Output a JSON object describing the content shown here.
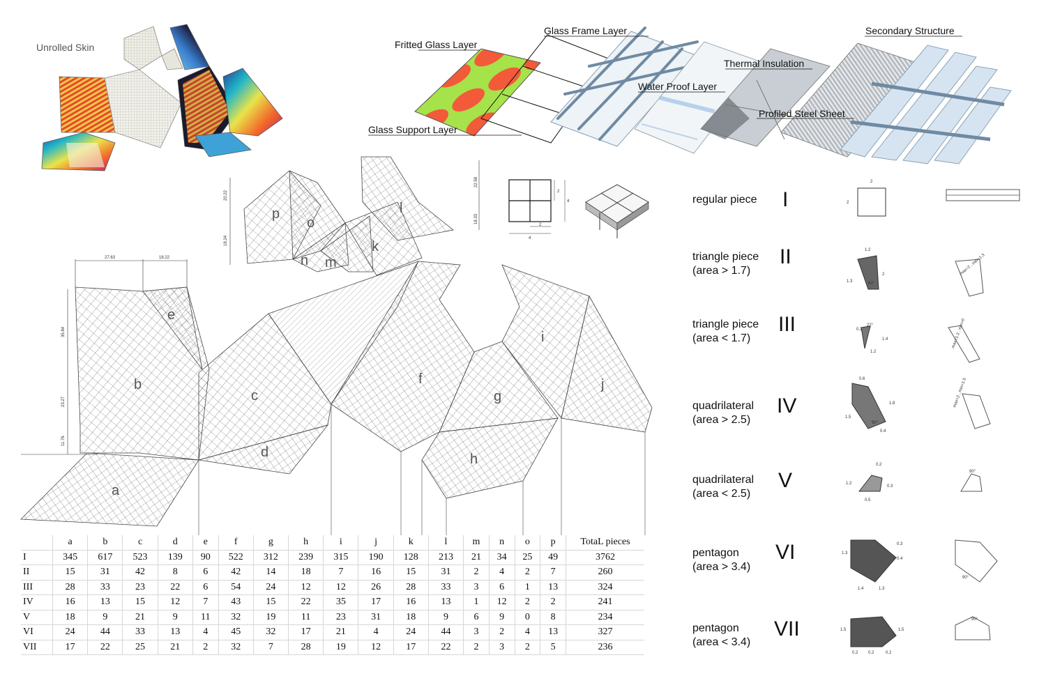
{
  "skin_title": "Unrolled Skin",
  "layers": [
    {
      "name": "Fritted Glass Layer"
    },
    {
      "name": "Glass Frame Layer"
    },
    {
      "name": "Glass Support Layer"
    },
    {
      "name": "Water Proof Layer"
    },
    {
      "name": "Thermal Insulation"
    },
    {
      "name": "Profiled Steel Sheet"
    },
    {
      "name": "Secondary Structure"
    }
  ],
  "pieces": [
    "a",
    "b",
    "c",
    "d",
    "e",
    "f",
    "g",
    "h",
    "i",
    "j",
    "k",
    "l",
    "m",
    "n",
    "o",
    "p"
  ],
  "dims": {
    "top_w1": "27.63",
    "top_w2": "18.22",
    "b_h1": "35.84",
    "b_h2": "23.27",
    "b_h3": "11.76",
    "p_h1": "20.22",
    "p_h2": "18.24",
    "l_h1": "22.58",
    "l_h2": "18.33",
    "grid_2": "2",
    "grid_4": "4"
  },
  "piece_types": [
    {
      "name_line1": "regular piece",
      "name_line2": "",
      "roman": "I",
      "dims": [
        "2",
        "2"
      ]
    },
    {
      "name_line1": "triangle piece",
      "name_line2": "(area > 1.7)",
      "roman": "II",
      "dims": [
        "1.2",
        "1.3",
        "2",
        "62°"
      ],
      "rule": "max=2 , min=1.3"
    },
    {
      "name_line1": "triangle piece",
      "name_line2": "(area < 1.7)",
      "roman": "III",
      "dims": [
        "0.2",
        "1.4",
        "1.2",
        "22°"
      ],
      "rule": "max=1.3 , min=0"
    },
    {
      "name_line1": "quadrilateral",
      "name_line2": "(area > 2.5)",
      "roman": "IV",
      "dims": [
        "0.6",
        "1.5",
        "1.8",
        "0.4",
        "90°"
      ],
      "rule": "max=2 , min=1.5"
    },
    {
      "name_line1": "quadrilateral",
      "name_line2": "(area < 2.5)",
      "roman": "V",
      "dims": [
        "0.2",
        "1.2",
        "0.3",
        "0.5",
        "90°"
      ]
    },
    {
      "name_line1": "pentagon",
      "name_line2": "(area > 3.4)",
      "roman": "VI",
      "dims": [
        "1.3",
        "0.3",
        "0.4",
        "1.4",
        "1.3",
        "90°"
      ]
    },
    {
      "name_line1": "pentagon",
      "name_line2": "(area < 3.4)",
      "roman": "VII",
      "dims": [
        "1.5",
        "1.5",
        "0.2",
        "0.2",
        "0.2",
        "90°"
      ]
    }
  ],
  "table": {
    "headers": [
      "",
      "a",
      "b",
      "c",
      "d",
      "e",
      "f",
      "g",
      "h",
      "i",
      "j",
      "k",
      "l",
      "m",
      "n",
      "o",
      "p",
      "TotaL pieces"
    ],
    "rows": [
      [
        "I",
        "345",
        "617",
        "523",
        "139",
        "90",
        "522",
        "312",
        "239",
        "315",
        "190",
        "128",
        "213",
        "21",
        "34",
        "25",
        "49",
        "3762"
      ],
      [
        "II",
        "15",
        "31",
        "42",
        "8",
        "6",
        "42",
        "14",
        "18",
        "7",
        "16",
        "15",
        "31",
        "2",
        "4",
        "2",
        "7",
        "260"
      ],
      [
        "III",
        "28",
        "33",
        "23",
        "22",
        "6",
        "54",
        "24",
        "12",
        "12",
        "26",
        "28",
        "33",
        "3",
        "6",
        "1",
        "13",
        "324"
      ],
      [
        "IV",
        "16",
        "13",
        "15",
        "12",
        "7",
        "43",
        "15",
        "22",
        "35",
        "17",
        "16",
        "13",
        "1",
        "12",
        "2",
        "2",
        "241"
      ],
      [
        "V",
        "18",
        "9",
        "21",
        "9",
        "11",
        "32",
        "19",
        "11",
        "23",
        "31",
        "18",
        "9",
        "6",
        "9",
        "0",
        "8",
        "234"
      ],
      [
        "VI",
        "24",
        "44",
        "33",
        "13",
        "4",
        "45",
        "32",
        "17",
        "21",
        "4",
        "24",
        "44",
        "3",
        "2",
        "4",
        "13",
        "327"
      ],
      [
        "VII",
        "17",
        "22",
        "25",
        "21",
        "2",
        "32",
        "7",
        "28",
        "19",
        "12",
        "17",
        "22",
        "2",
        "3",
        "2",
        "5",
        "236"
      ]
    ]
  },
  "colors": {
    "fritted_red": "#f25a3a",
    "fritted_green": "#a6e34a",
    "steel_dark": "#555555",
    "steel_light": "#c9ced4",
    "glass_blue": "#bcd3ea"
  }
}
